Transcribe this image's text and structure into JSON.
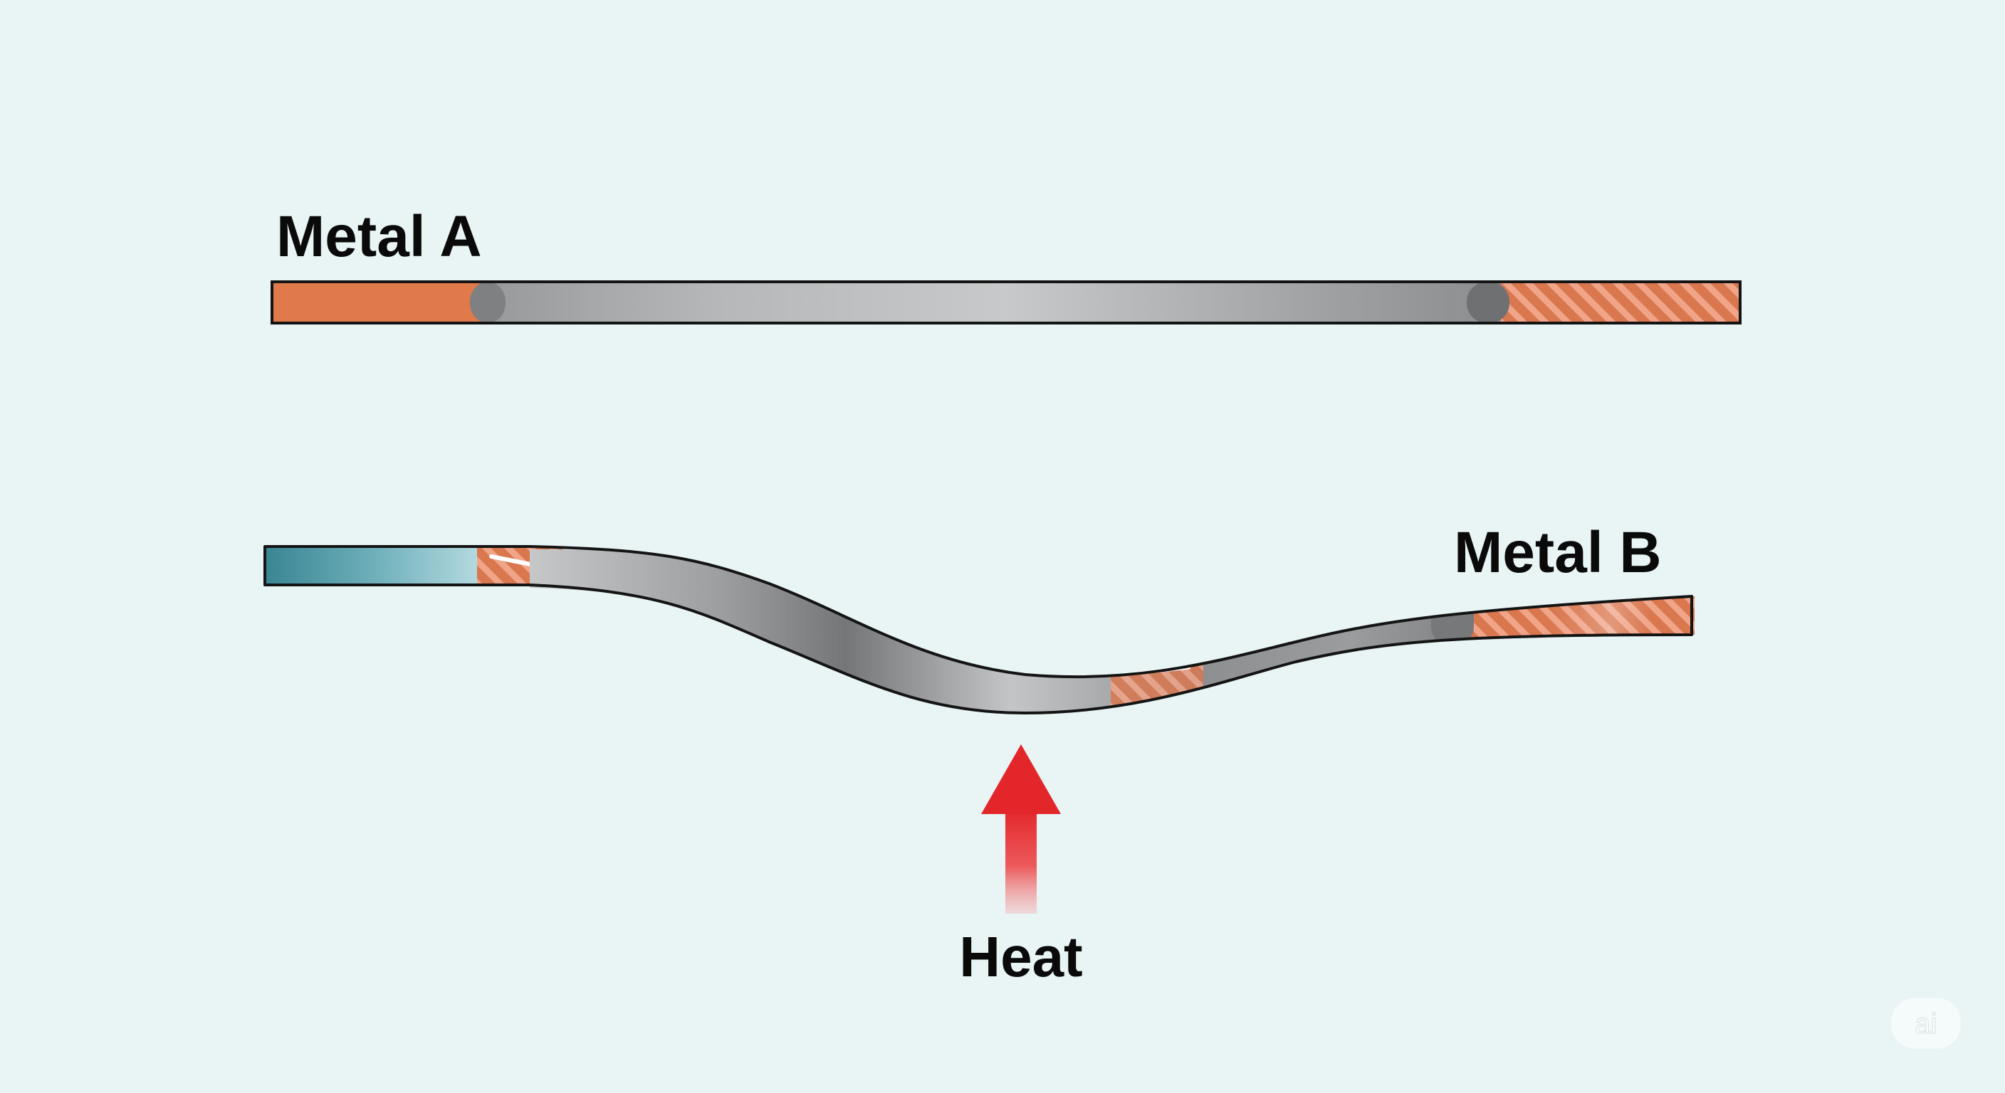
{
  "labels": {
    "metal_a": "Metal A",
    "metal_b": "Metal B",
    "heat": "Heat",
    "watermark": "ai"
  },
  "colors": {
    "background": "#e9f4f5",
    "copper": "#e07a4a",
    "steel_dark": "#7c7e80",
    "steel_light": "#c4c6c7",
    "teal": "#3e8a97",
    "heat_arrow": "#e3282a"
  },
  "icons": {
    "heat_arrow": "arrow-up-icon",
    "watermark": "ai-badge-icon"
  }
}
